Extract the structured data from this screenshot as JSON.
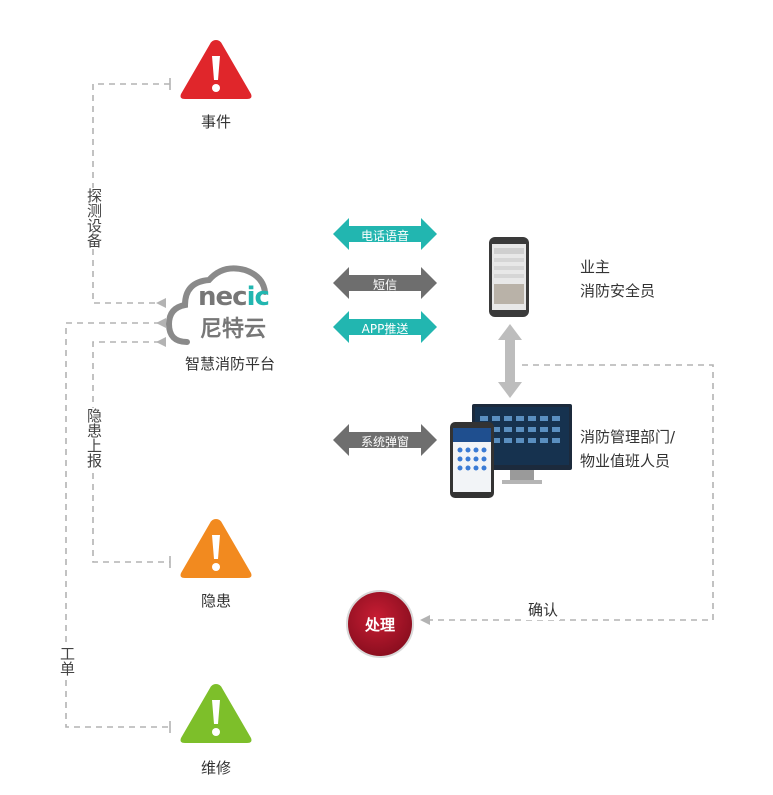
{
  "nodes": {
    "event": {
      "label": "事件"
    },
    "hazard": {
      "label": "隐患"
    },
    "repair": {
      "label": "维修"
    },
    "platform": {
      "label": "智慧消防平台",
      "logo_top": "nec",
      "logo_accent": "ic",
      "logo_bottom": "尼特云"
    },
    "owner": {
      "line1": "业主",
      "line2": "消防安全员"
    },
    "dept": {
      "line1": "消防管理部门/",
      "line2": "物业值班人员"
    },
    "handle": {
      "label": "处理"
    }
  },
  "edges": {
    "detect": "探测设备",
    "report": "隐患上报",
    "workorder": "工单",
    "confirm": "确认"
  },
  "channels": {
    "phone": "电话语音",
    "sms": "短信",
    "app": "APP推送",
    "popup": "系统弹窗"
  },
  "colors": {
    "red": "#e0262b",
    "orange": "#f28a1f",
    "green": "#7dbf2a",
    "teal": "#22b6b0",
    "gray": "#6e6e6e",
    "dashed": "#b3b3b3",
    "dark_red": "#9b1020"
  }
}
